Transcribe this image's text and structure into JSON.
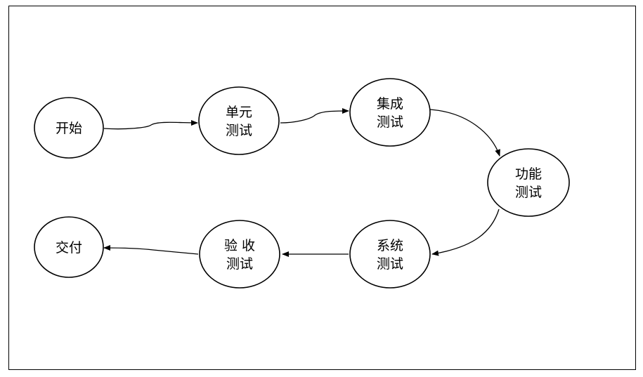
{
  "diagram": {
    "nodes": [
      {
        "id": "start",
        "lines": [
          "开始"
        ]
      },
      {
        "id": "unit",
        "lines": [
          "单元",
          "测试"
        ]
      },
      {
        "id": "integration",
        "lines": [
          "集成",
          "测试"
        ]
      },
      {
        "id": "functional",
        "lines": [
          "功能",
          "测试"
        ]
      },
      {
        "id": "system",
        "lines": [
          "系统",
          "测试"
        ]
      },
      {
        "id": "acceptance",
        "lines": [
          "验  收",
          "测试"
        ]
      },
      {
        "id": "delivery",
        "lines": [
          "交付"
        ]
      }
    ],
    "edges": [
      {
        "from": "start",
        "to": "unit"
      },
      {
        "from": "unit",
        "to": "integration"
      },
      {
        "from": "integration",
        "to": "functional"
      },
      {
        "from": "functional",
        "to": "system"
      },
      {
        "from": "system",
        "to": "acceptance"
      },
      {
        "from": "acceptance",
        "to": "delivery"
      }
    ],
    "colors": {
      "stroke": "#000000",
      "fill": "#ffffff"
    }
  }
}
